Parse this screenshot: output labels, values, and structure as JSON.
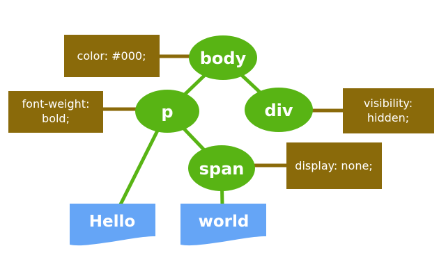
{
  "colors": {
    "element_node_green": "#58b414",
    "css_rule_brown": "#8a6a0a",
    "text_node_blue": "#65a5f6",
    "label_white": "#ffffff",
    "background": "#ffffff"
  },
  "nodes": {
    "body": {
      "label": "body"
    },
    "p": {
      "label": "p"
    },
    "div": {
      "label": "div"
    },
    "span": {
      "label": "span"
    }
  },
  "css_rules": {
    "color": {
      "text": "color: #000;"
    },
    "font_weight": {
      "line1": "font-weight:",
      "line2": "bold;"
    },
    "visibility": {
      "line1": "visibility:",
      "line2": "hidden;"
    },
    "display": {
      "text": "display: none;"
    }
  },
  "text_nodes": {
    "hello": {
      "label": "Hello"
    },
    "world": {
      "label": "world"
    }
  }
}
